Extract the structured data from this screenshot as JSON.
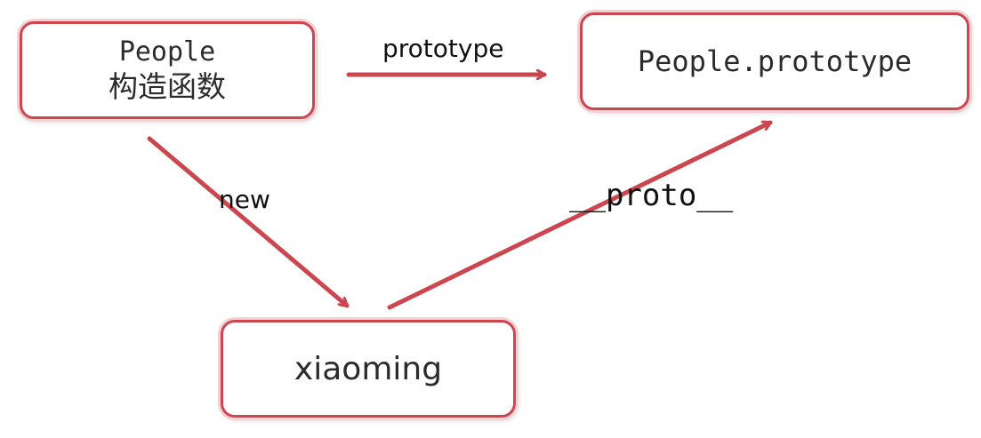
{
  "nodes": {
    "people": {
      "line1": "People",
      "line2": "构造函数"
    },
    "people_prototype": {
      "label": "People.prototype"
    },
    "xiaoming": {
      "label": "xiaoming"
    }
  },
  "edges": {
    "prototype": {
      "label": "prototype"
    },
    "new": {
      "label": "new"
    },
    "proto": {
      "label": "__proto__"
    }
  },
  "colors": {
    "border": "#cc4650",
    "arrow": "#cc4650",
    "text": "#2b2b2b"
  }
}
